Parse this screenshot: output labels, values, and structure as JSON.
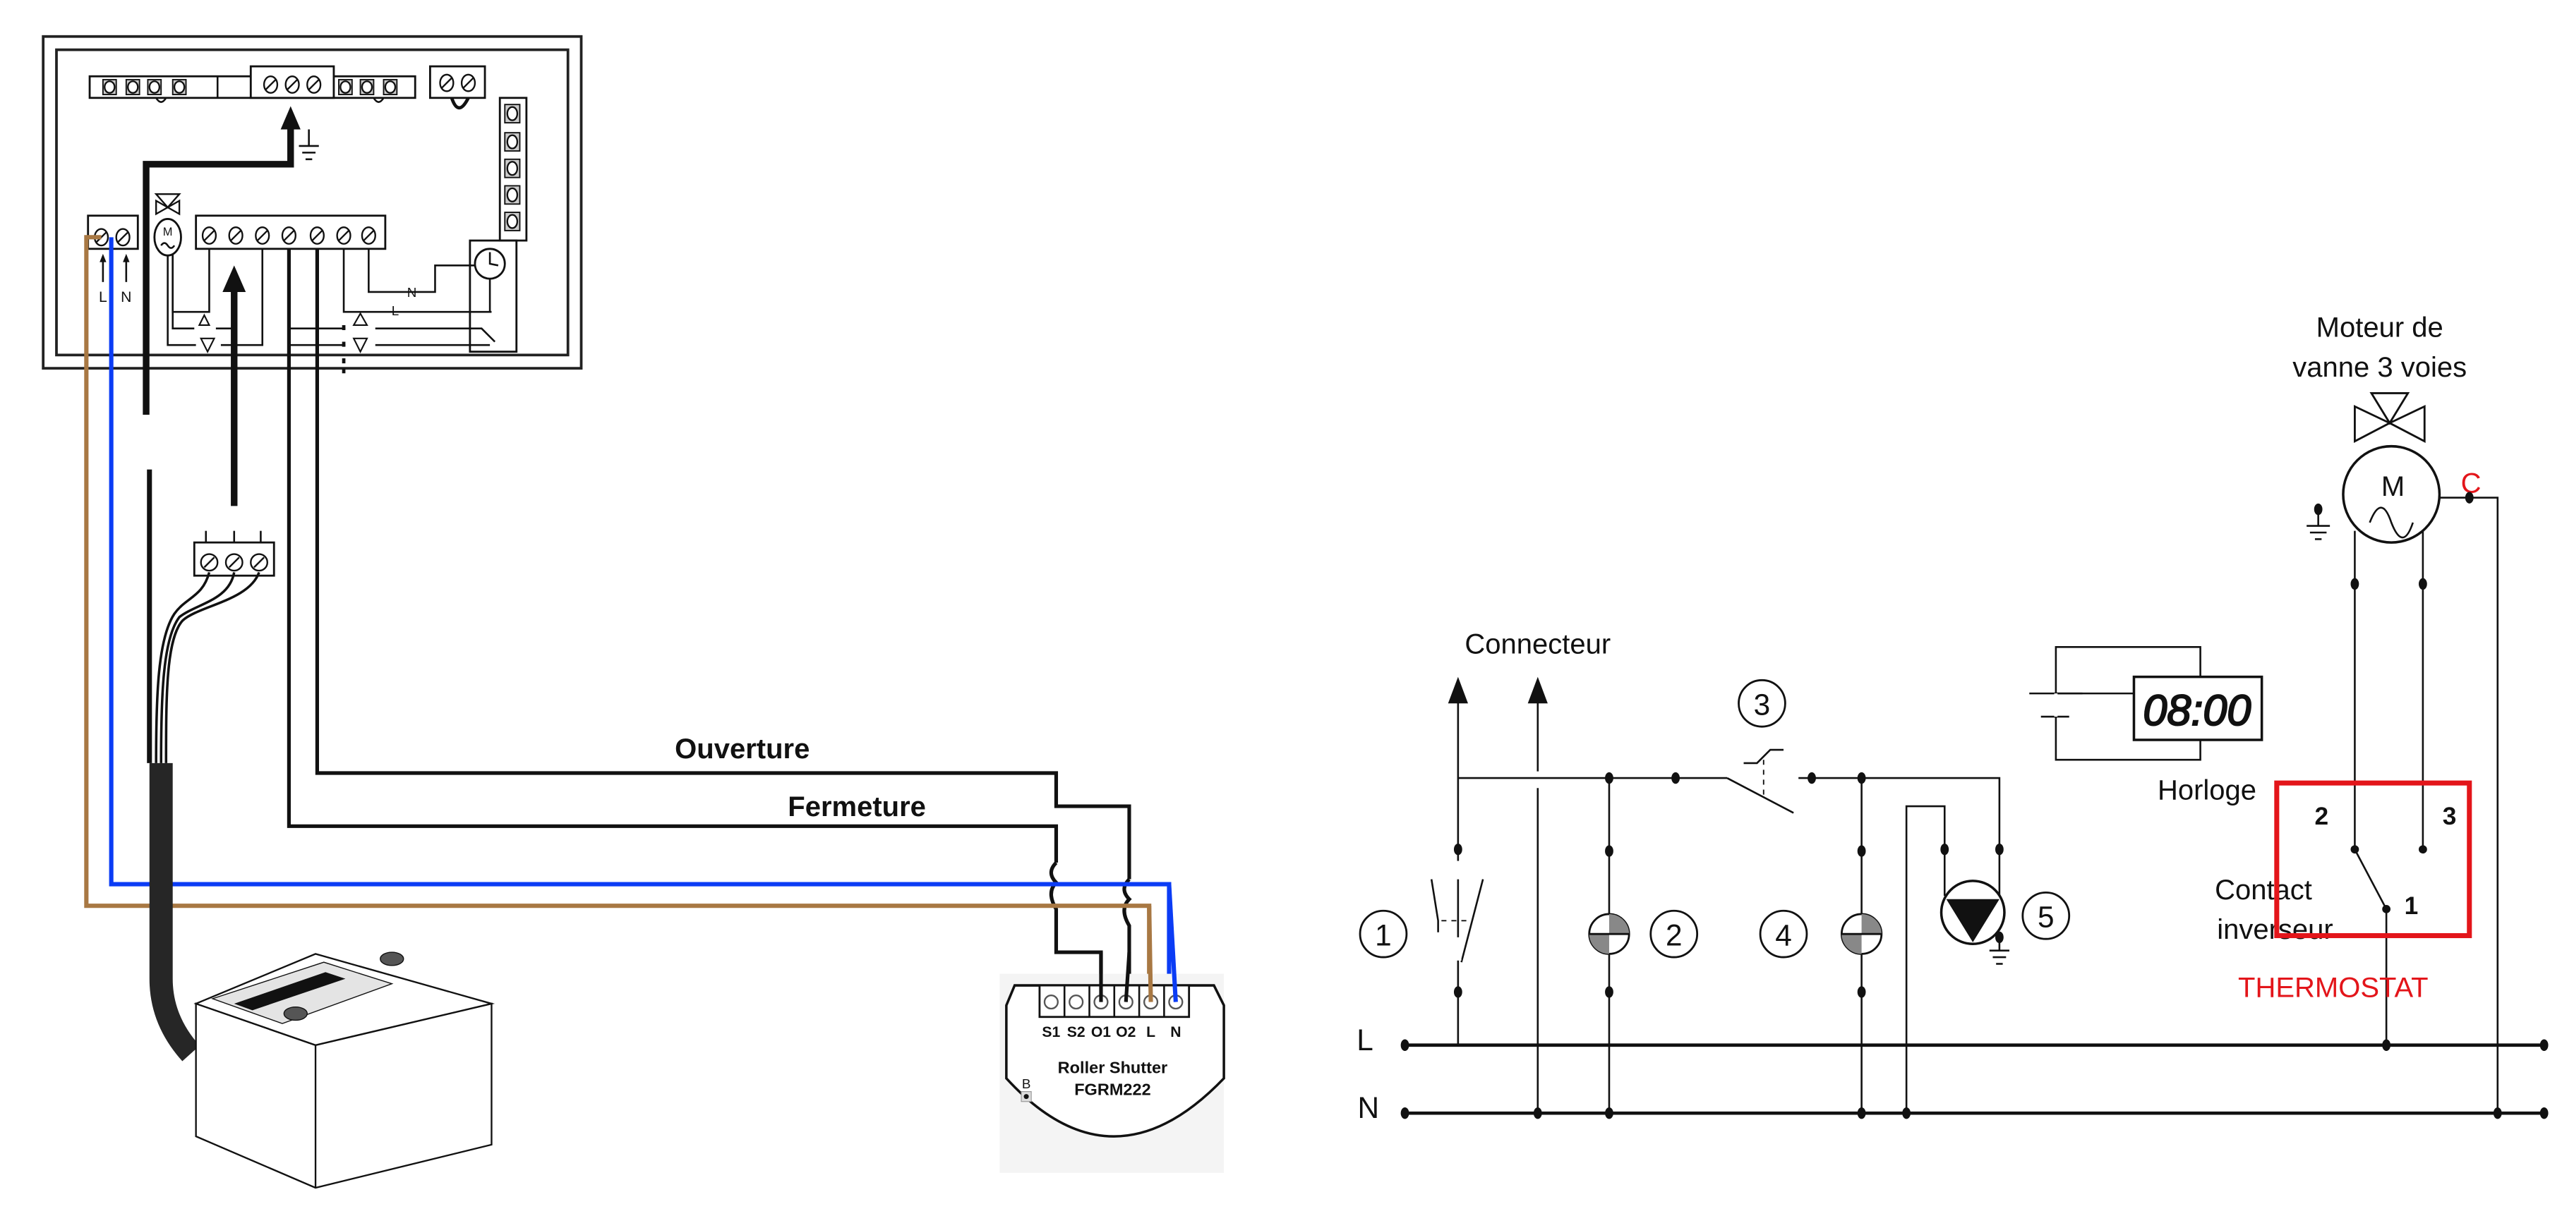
{
  "left_diagram": {
    "boiler_panel": {
      "terminal_labels": {
        "L": "L",
        "N": "N"
      },
      "motor_symbol": "M",
      "internal_labels": {
        "neutral": "N",
        "live": "L"
      },
      "icons": [
        "three-way-valve-icon",
        "motor-icon",
        "earth-ground-icon",
        "clock-icon",
        "up-triangle-icon",
        "down-triangle-icon"
      ]
    },
    "wire_labels": {
      "opening": "Ouverture",
      "closing": "Fermeture"
    },
    "wire_colors": {
      "live": "#a87843",
      "neutral": "#0b3cf5",
      "signal": "#111111"
    },
    "module": {
      "name": "Roller Shutter",
      "model": "FGRM222",
      "button_label": "B",
      "terminals": [
        "S1",
        "S2",
        "O1",
        "O2",
        "L",
        "N"
      ]
    }
  },
  "right_diagram": {
    "connector_label": "Connecteur",
    "components": [
      {
        "number": "1"
      },
      {
        "number": "2"
      },
      {
        "number": "3"
      },
      {
        "number": "4"
      },
      {
        "number": "5"
      }
    ],
    "clock": {
      "label": "Horloge",
      "display": "08:00"
    },
    "valve_motor": {
      "label_line1": "Moteur de",
      "label_line2": "vanne 3 voies",
      "symbol": "M",
      "terminal_c": "C"
    },
    "changeover": {
      "label_line1": "Contact",
      "label_line2": "inverseur",
      "pins": [
        "1",
        "2",
        "3"
      ],
      "annotation": "THERMOSTAT",
      "highlight_color": "#e3151a"
    },
    "bus": {
      "live": "L",
      "neutral": "N"
    }
  }
}
